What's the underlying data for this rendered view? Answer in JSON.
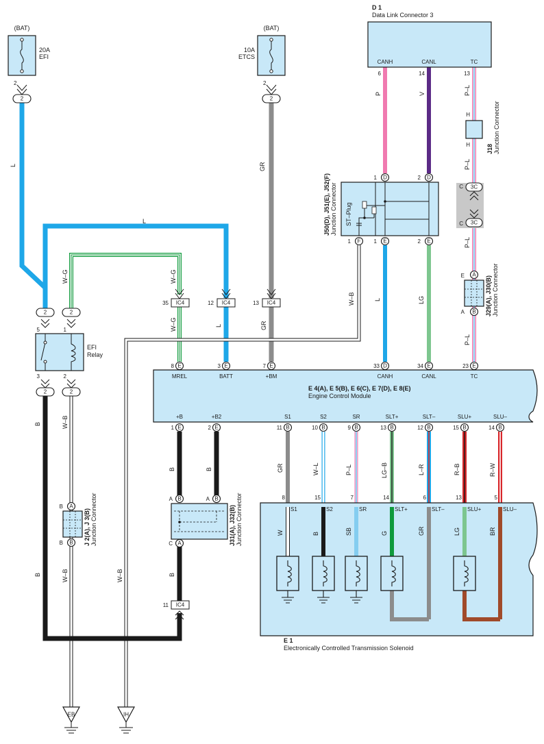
{
  "battery_label": "(BAT)",
  "fuses": {
    "efi": {
      "rating": "20A",
      "name": "EFI",
      "pin": "2",
      "conn": "2"
    },
    "etcs": {
      "rating": "10A",
      "name": "ETCS",
      "pin": "2",
      "conn": "2"
    }
  },
  "dlc": {
    "code": "D 1",
    "name": "Data Link Connector 3",
    "terms": [
      "CANH",
      "CANL",
      "TC"
    ],
    "pins": [
      "6",
      "14",
      "13"
    ]
  },
  "j50": {
    "code": "J50(D), J51(E), J52(F)",
    "sub": "Junction Connector",
    "plug": "ST–Plug",
    "pins_top": [
      "1",
      "2"
    ],
    "conn_top": [
      "D",
      "D"
    ],
    "pins_bottom": [
      "1",
      "1",
      "2"
    ],
    "conn_bottom": [
      "F",
      "E",
      "E"
    ]
  },
  "j18": {
    "code": "J18",
    "sub": "Junction Connector",
    "h_top": "H",
    "h_bottom": "H"
  },
  "c3c": {
    "pin": "C",
    "conn": "3C"
  },
  "j29": {
    "code": "J29(A), J30(B)",
    "sub": "Junction Connector",
    "pin_e": "E",
    "pin_a": "A",
    "conn_a": "A",
    "conn_b": "B"
  },
  "efi_relay": {
    "name": "EFI",
    "name2": "Relay",
    "pins": [
      "5",
      "1",
      "3",
      "2"
    ],
    "conns": [
      "2",
      "2",
      "2",
      "2"
    ]
  },
  "ic4": {
    "label": "IC4",
    "pins": [
      "35",
      "12",
      "13",
      "11"
    ]
  },
  "ecm": {
    "code": "E 4(A), E 5(B), E 6(C), E 7(D), E 8(E)",
    "name": "Engine Control Module",
    "top_terms": [
      "MREL",
      "BATT",
      "+BM",
      "CANH",
      "CANL",
      "TC"
    ],
    "top_pins": [
      "8",
      "3",
      "7",
      "33",
      "34",
      "23"
    ],
    "top_conns": [
      "E",
      "E",
      "E",
      "D",
      "E",
      "E"
    ],
    "bottom_terms": [
      "+B",
      "+B2",
      "S1",
      "S2",
      "SR",
      "SLT+",
      "SLT–",
      "SLU+",
      "SLU–"
    ],
    "bottom_pins": [
      "1",
      "2",
      "11",
      "10",
      "9",
      "13",
      "12",
      "15",
      "14"
    ],
    "bottom_conns": [
      "E",
      "E",
      "B",
      "B",
      "B",
      "B",
      "B",
      "B",
      "B"
    ]
  },
  "j2": {
    "code": "J 2(A), J 3(B)",
    "sub": "Junction Connector",
    "pin_b": "B",
    "conn_a": "A",
    "conn_b": "B"
  },
  "j31": {
    "code": "J31(A), J32(B)",
    "sub": "Junction Connector",
    "pins": [
      "A",
      "A",
      "C"
    ],
    "conns": [
      "B",
      "B",
      "A"
    ]
  },
  "solenoid": {
    "code": "E 1",
    "name": "Electronically Controlled Transmission Solenoid",
    "terms": [
      "S1",
      "S2",
      "SR",
      "SLT+",
      "SLT–",
      "SLU+",
      "SLU–"
    ],
    "pins": [
      "8",
      "15",
      "7",
      "14",
      "6",
      "13",
      "5"
    ],
    "inner_colors": [
      "W",
      "B",
      "SB",
      "G",
      "GR",
      "LG",
      "BR"
    ]
  },
  "wire_labels": {
    "efi_fuse": "L",
    "etcs_fuse": "GR",
    "canh": "P",
    "canl": "V",
    "tc": "P–L",
    "l_loop": "L",
    "w_g_1": "W–G",
    "w_g_2": "W–G",
    "w_g_3": "W–G",
    "batt": "L",
    "bm": "GR",
    "w_b": "W–B",
    "j50_l": "L",
    "j50_lg": "LG",
    "tc_low": "P–L",
    "tc_mid": "P–L",
    "tc_bot": "P–L",
    "relay_b": "B",
    "relay_wb": "W–B",
    "plusb": "B",
    "plusb2": "B",
    "s1": "GR",
    "s2": "W–L",
    "sr": "P–L",
    "sltp": "LG–B",
    "sltm": "L–R",
    "slup": "R–B",
    "slum": "R–W",
    "j2_b": "B",
    "j2_wb": "W–B",
    "left_wb": "W–B",
    "j31_b": "B"
  },
  "grounds": [
    "EB",
    "IH"
  ],
  "colors": {
    "component_fill": "#c8e8f8",
    "L": "#1ea7e8",
    "GR": "#8c8c8c",
    "P": "#f07ab0",
    "V": "#5b2a86",
    "LG": "#7dc68f",
    "B": "#1a1a1a",
    "G": "#0f9a3c",
    "SB": "#84cdf0",
    "BR": "#a04a2a",
    "R": "#d8262a"
  }
}
